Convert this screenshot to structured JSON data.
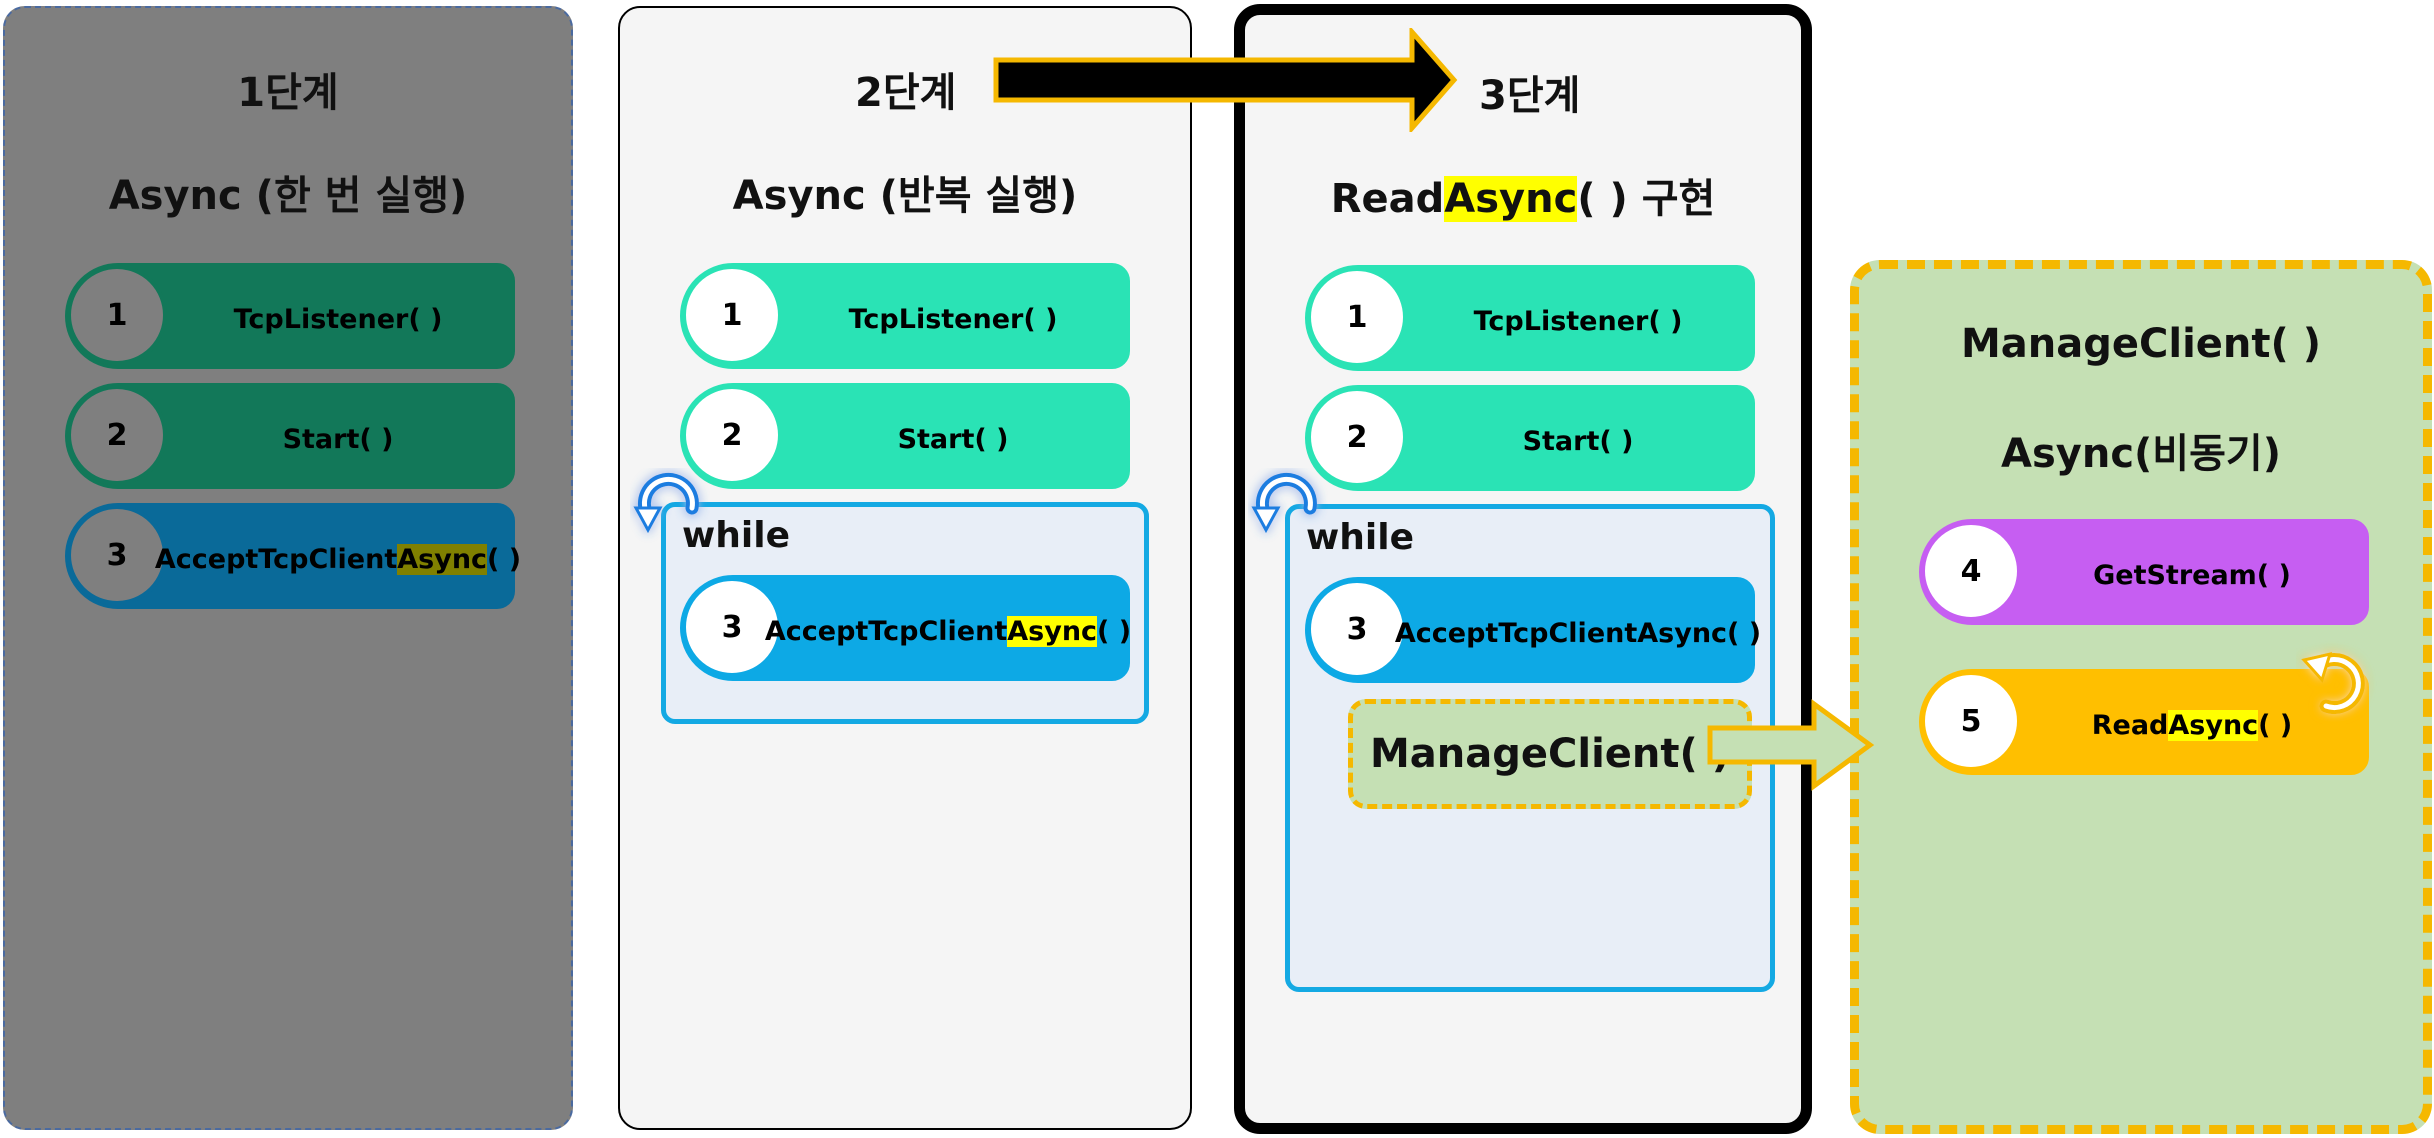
{
  "colors": {
    "panel1_bg": "#7f7f7f",
    "teal_dark": "#127859",
    "teal_light": "#2ae3b5",
    "blue": "#0da9e5",
    "blue_dark": "#0a6a99",
    "purple": "#c65ef2",
    "orange": "#ffbf00",
    "green_bg": "#c5e0b4",
    "highlight": "#ffff00"
  },
  "stage1": {
    "step_title": "1단계",
    "subtitle": "Async (한 번 실행)",
    "items": [
      {
        "num": "1",
        "label": "TcpListener( )"
      },
      {
        "num": "2",
        "label": "Start( )"
      },
      {
        "num": "3",
        "label_prefix": "AcceptTcpClient",
        "label_highlight": "Async",
        "label_suffix": "( )"
      }
    ]
  },
  "stage2": {
    "step_title": "2단계",
    "subtitle": "Async (반복 실행)",
    "items": [
      {
        "num": "1",
        "label": "TcpListener( )"
      },
      {
        "num": "2",
        "label": "Start( )"
      },
      {
        "num": "3",
        "label_prefix": "AcceptTcpClient",
        "label_highlight": "Async",
        "label_suffix": "( )"
      }
    ],
    "loop_label": "while"
  },
  "stage3": {
    "step_title": "3단계",
    "subtitle_prefix": "Read",
    "subtitle_highlight": "Async",
    "subtitle_suffix": "( ) 구현",
    "items": [
      {
        "num": "1",
        "label": "TcpListener( )"
      },
      {
        "num": "2",
        "label": "Start( )"
      },
      {
        "num": "3",
        "label": "AcceptTcpClientAsync( )"
      }
    ],
    "loop_label": "while",
    "manage_client": "ManageClient( )"
  },
  "stage4": {
    "title": "ManageClient( )",
    "subtitle": "Async(비동기)",
    "items": [
      {
        "num": "4",
        "label": "GetStream( )"
      },
      {
        "num": "5",
        "label_prefix": "Read",
        "label_highlight": "Async",
        "label_suffix": "( )"
      }
    ]
  }
}
